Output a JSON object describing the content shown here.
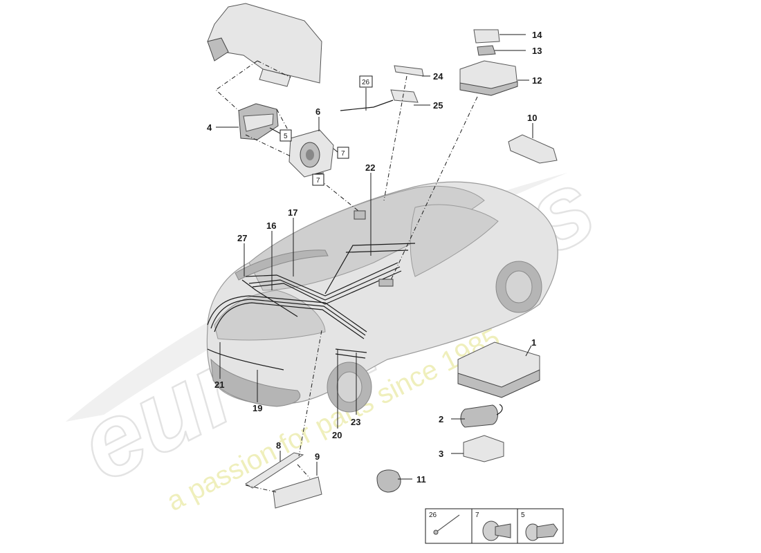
{
  "watermark": {
    "brand": "eurospares",
    "tagline": "a passion for parts since 1985"
  },
  "callouts": {
    "p1": "1",
    "p2": "2",
    "p3": "3",
    "p4": "4",
    "p6": "6",
    "p8": "8",
    "p9": "9",
    "p10": "10",
    "p11": "11",
    "p12": "12",
    "p13": "13",
    "p14": "14",
    "p16": "16",
    "p17": "17",
    "p19": "19",
    "p20": "20",
    "p21": "21",
    "p22": "22",
    "p23": "23",
    "p24": "24",
    "p25": "25",
    "p27": "27"
  },
  "boxed_refs": {
    "r26": "26",
    "r5": "5",
    "r7a": "7",
    "r7b": "7"
  },
  "legend": {
    "cells": [
      "26",
      "7",
      "5"
    ]
  }
}
